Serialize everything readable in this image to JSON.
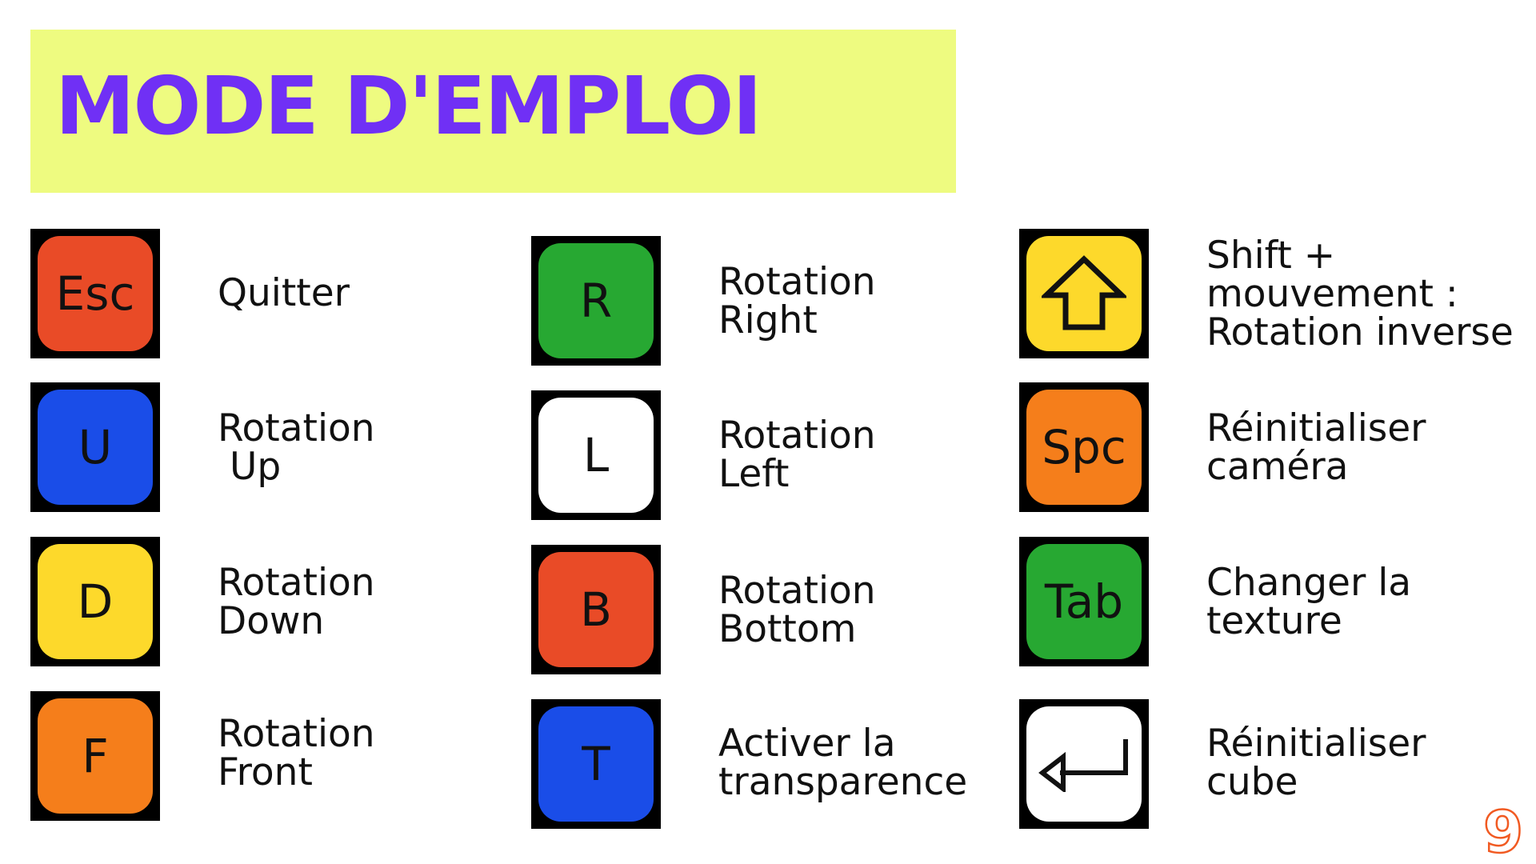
{
  "slide": {
    "title": "MODE D'EMPLOI",
    "page_number": "9",
    "colors": {
      "banner": "#eefb80",
      "title": "#7030f5",
      "page_number": "#f15a22"
    }
  },
  "keys": [
    {
      "id": "esc",
      "label": "Esc",
      "color": "#e94b27",
      "text_color": "#111111",
      "description": "Quitter"
    },
    {
      "id": "u",
      "label": "U",
      "color": "#1a4de8",
      "text_color": "#111111",
      "description": "Rotation\n Up"
    },
    {
      "id": "d",
      "label": "D",
      "color": "#fdd92b",
      "text_color": "#111111",
      "description": "Rotation\nDown"
    },
    {
      "id": "f",
      "label": "F",
      "color": "#f57e1b",
      "text_color": "#111111",
      "description": "Rotation\nFront"
    },
    {
      "id": "r",
      "label": "R",
      "color": "#27a832",
      "text_color": "#111111",
      "description": "Rotation\nRight"
    },
    {
      "id": "l",
      "label": "L",
      "color": "#ffffff",
      "text_color": "#111111",
      "description": "Rotation\nLeft"
    },
    {
      "id": "b",
      "label": "B",
      "color": "#e94b27",
      "text_color": "#111111",
      "description": "Rotation\nBottom"
    },
    {
      "id": "t",
      "label": "T",
      "color": "#1a4de8",
      "text_color": "#111111",
      "description": "Activer la\ntransparence"
    },
    {
      "id": "shift",
      "label": "",
      "icon": "shift-arrow-icon",
      "color": "#fdd92b",
      "text_color": "#111111",
      "description": "Shift +\nmouvement :\nRotation inverse"
    },
    {
      "id": "space",
      "label": "Spc",
      "color": "#f57e1b",
      "text_color": "#111111",
      "description": "Réinitialiser\ncaméra"
    },
    {
      "id": "tab",
      "label": "Tab",
      "color": "#27a832",
      "text_color": "#111111",
      "description": "Changer la\ntexture"
    },
    {
      "id": "enter",
      "label": "",
      "icon": "enter-arrow-icon",
      "color": "#ffffff",
      "text_color": "#111111",
      "description": "Réinitialiser\ncube"
    }
  ]
}
